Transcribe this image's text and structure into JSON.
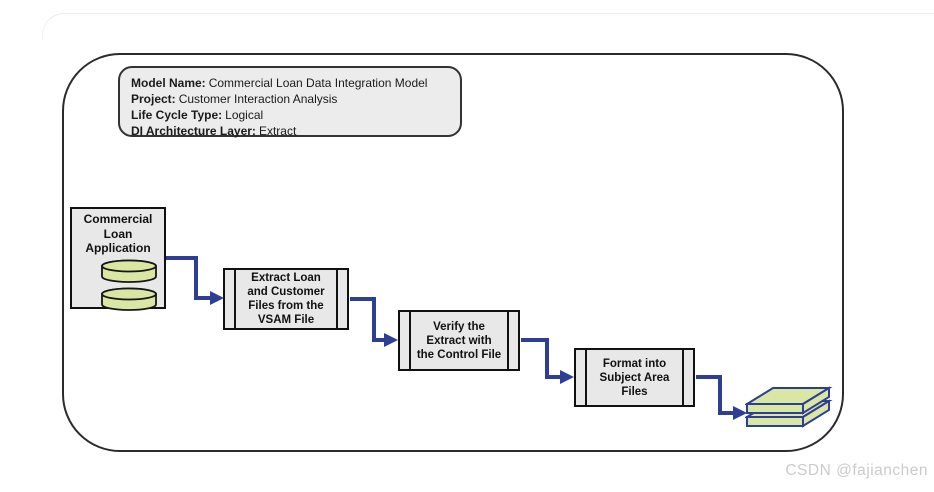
{
  "colors": {
    "arrow": "#2e3e95",
    "node_fill": "#e8e8e8",
    "header_fill": "#ececec",
    "green_fill": "#d9e6a4",
    "file_stroke": "#2e3e95",
    "watermark": "#cbcbcb"
  },
  "model_info": {
    "lines": [
      {
        "label": "Model Name:",
        "value": "Commercial Loan Data Integration Model"
      },
      {
        "label": "Project:",
        "value": "Customer Interaction Analysis"
      },
      {
        "label": "Life Cycle Type:",
        "value": "Logical"
      },
      {
        "label": "DI Architecture Layer:",
        "value": "Extract"
      }
    ]
  },
  "nodes": {
    "source": {
      "label": "Commercial\nLoan\nApplication"
    },
    "step1": {
      "label": "Extract Loan\nand Customer\nFiles from the\nVSAM File"
    },
    "step2": {
      "label": "Verify the\nExtract with\nthe Control File"
    },
    "step3": {
      "label": "Format into\nSubject Area\nFiles"
    }
  },
  "watermark": "CSDN @fajianchen"
}
